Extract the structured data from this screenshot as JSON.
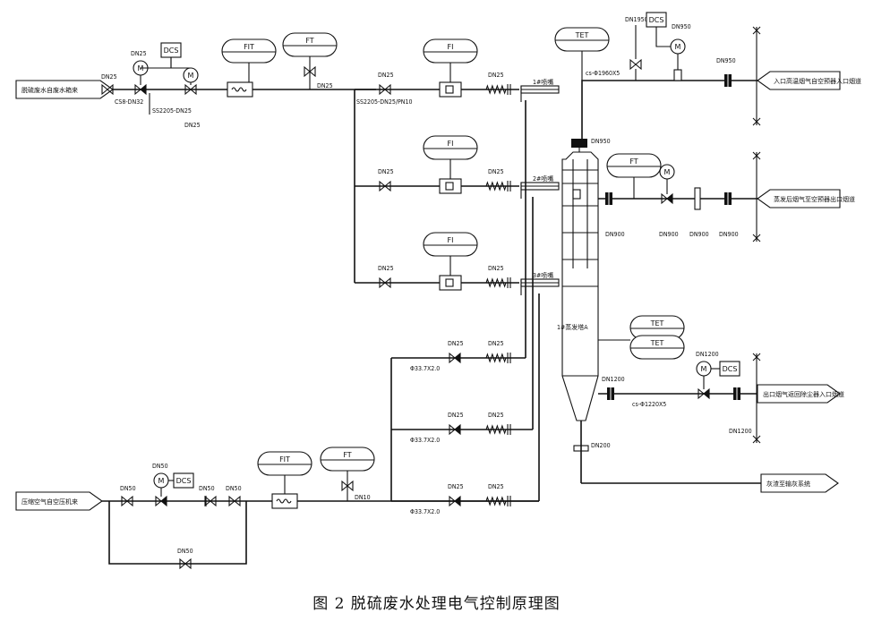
{
  "caption": "图 2   脱硫废水处理电气控制原理图",
  "instrument_tags": {
    "fit": "FIT",
    "ft": "FT",
    "fi": "FI",
    "tet": "TET",
    "dcs": "DCS",
    "motor": "M"
  },
  "line_sizes": {
    "dn25": "DN25",
    "dn50": "DN50",
    "dn10": "DN10",
    "dn950": "DN950",
    "dn1950": "DN1950",
    "dn1200": "DN1200",
    "dn900": "DN900",
    "dn200": "DN200",
    "cs_dn32": "CS8-DN32",
    "ss_dn25": "SS2205-DN25",
    "ss_dn25_pn10": "SS2205-DN25/PN10",
    "pipe_38": "Φ33.7X2.0",
    "cs_1960": "cs-Φ1960X5",
    "cs_1220": "cs-Φ1220X5"
  },
  "nozzle_labels": {
    "n1": "1#喷嘴",
    "n2": "2#喷嘴",
    "n3": "3#喷嘴"
  },
  "tower_label": "1#蒸发塔A",
  "stream_labels": {
    "wastewater_in": "脱硫废水自废水箱来",
    "air_in": "压缩空气自空压机来",
    "flue_in_top": "入口高温烟气自空预器入口烟道",
    "flue_out_mid": "蒸发后烟气至空预器出口烟道",
    "flue_out_low": "出口烟气返回除尘器入口烟道",
    "ash_out": "灰渣至输灰系统"
  }
}
